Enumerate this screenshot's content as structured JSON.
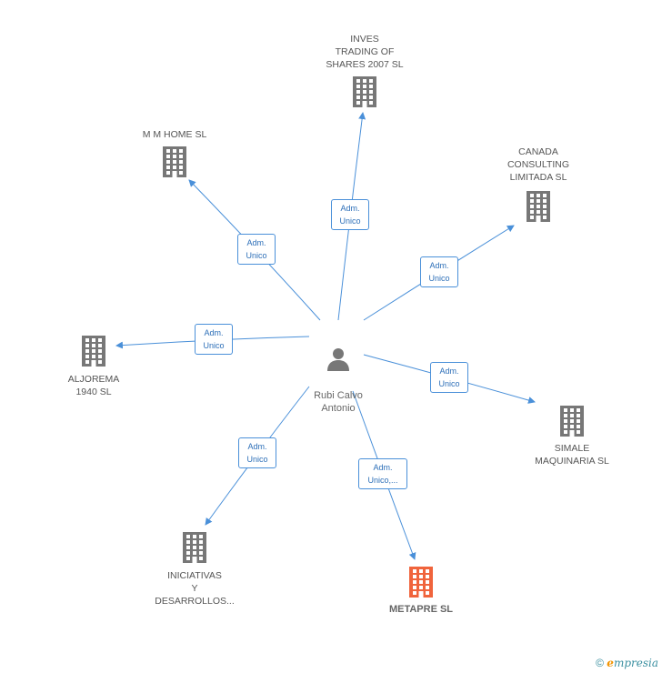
{
  "center": {
    "name": "Rubi Calvo\nAntonio"
  },
  "nodes": [
    {
      "id": "inves",
      "label": "INVES\nTRADING OF\nSHARES 2007 SL",
      "highlight": false
    },
    {
      "id": "mmhome",
      "label": "M M HOME SL",
      "highlight": false
    },
    {
      "id": "canada",
      "label": "CANADA\nCONSULTING\nLIMITADA  SL",
      "highlight": false
    },
    {
      "id": "aljorema",
      "label": "ALJOREMA\n1940 SL",
      "highlight": false
    },
    {
      "id": "simale",
      "label": "SIMALE\nMAQUINARIA SL",
      "highlight": false
    },
    {
      "id": "iniciativas",
      "label": "INICIATIVAS\nY\nDESARROLLOS...",
      "highlight": false
    },
    {
      "id": "metapre",
      "label": "METAPRE SL",
      "highlight": true
    }
  ],
  "badges": [
    {
      "target": "inves",
      "line1": "Adm.",
      "line2": "Unico"
    },
    {
      "target": "mmhome",
      "line1": "Adm.",
      "line2": "Unico"
    },
    {
      "target": "canada",
      "line1": "Adm.",
      "line2": "Unico"
    },
    {
      "target": "aljorema",
      "line1": "Adm.",
      "line2": "Unico"
    },
    {
      "target": "simale",
      "line1": "Adm.",
      "line2": "Unico"
    },
    {
      "target": "iniciativas",
      "line1": "Adm.",
      "line2": "Unico"
    },
    {
      "target": "metapre",
      "line1": "Adm.",
      "line2": "Unico,..."
    }
  ],
  "colors": {
    "edge": "#4a90d9",
    "building": "#777777",
    "building_highlight": "#f0643c",
    "person": "#777777"
  },
  "footer": {
    "symbol": "©",
    "brand_e": "e",
    "brand_rest": "mpresia"
  }
}
